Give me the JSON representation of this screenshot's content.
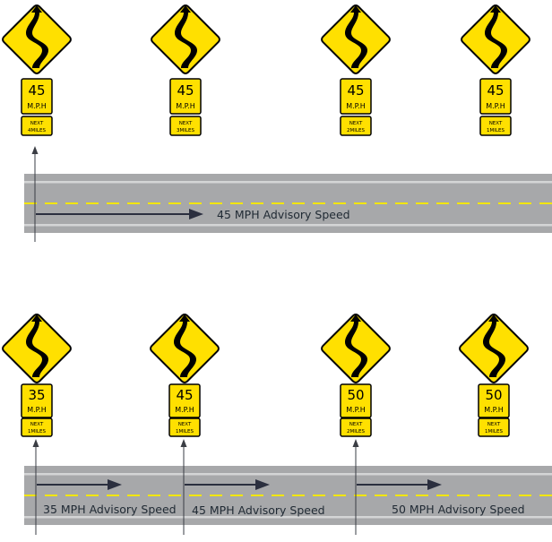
{
  "colors": {
    "sign_yellow": "#FFE000",
    "sign_border": "#000000",
    "road_gray": "#A7A8AA",
    "road_edge_light": "#D4D5D6",
    "center_dash": "#F2E600",
    "arrow": "#2B2F3F",
    "pointer_line": "#3A3D44"
  },
  "icons": {
    "curve_sign": "winding-road-icon",
    "arrow": "right-arrow-icon"
  },
  "top_scenario": {
    "signs": [
      {
        "speed": "45",
        "unit": "M.P.H",
        "plaque_line1": "NEXT",
        "plaque_line2": "4MILES"
      },
      {
        "speed": "45",
        "unit": "M.P.H",
        "plaque_line1": "NEXT",
        "plaque_line2": "3MILES"
      },
      {
        "speed": "45",
        "unit": "M.P.H",
        "plaque_line1": "NEXT",
        "plaque_line2": "2MILES"
      },
      {
        "speed": "45",
        "unit": "M.P.H",
        "plaque_line1": "NEXT",
        "plaque_line2": "1MILES"
      }
    ],
    "road_label": "45 MPH Advisory Speed"
  },
  "bottom_scenario": {
    "signs": [
      {
        "speed": "35",
        "unit": "M.P.H",
        "plaque_line1": "NEXT",
        "plaque_line2": "1MILES"
      },
      {
        "speed": "45",
        "unit": "M.P.H",
        "plaque_line1": "NEXT",
        "plaque_line2": "1MILES"
      },
      {
        "speed": "50",
        "unit": "M.P.H",
        "plaque_line1": "NEXT",
        "plaque_line2": "2MILES"
      },
      {
        "speed": "50",
        "unit": "M.P.H",
        "plaque_line1": "NEXT",
        "plaque_line2": "1MILES"
      }
    ],
    "road_labels": [
      "35 MPH Advisory Speed",
      "45 MPH Advisory Speed",
      "50 MPH Advisory Speed"
    ]
  }
}
